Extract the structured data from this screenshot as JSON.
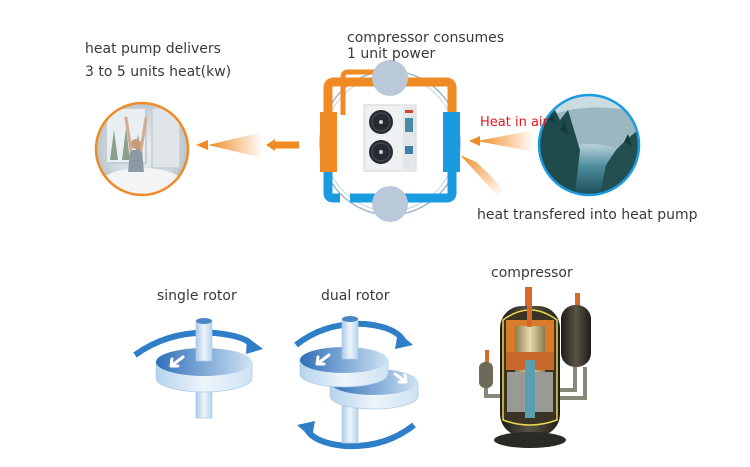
{
  "labels": {
    "delivers_line1": "heat pump delivers",
    "delivers_line2": "3 to 5 units heat(kw)",
    "consumes_line1": "compressor consumes",
    "consumes_line2": "1 unit power",
    "heat_in_air": "Heat in air",
    "transfer": "heat transfered into heat pump",
    "single_rotor": "single rotor",
    "dual_rotor": "dual rotor",
    "compressor": "compressor"
  },
  "colors": {
    "orange": "#f08a24",
    "blue": "#1a9be0",
    "rotor_blue": "#2f7fc8",
    "red_text": "#e8141b",
    "text": "#3a3a3a"
  },
  "icons": {
    "indoor_scene": "woman-stretching-bedroom-photo",
    "outdoor_scene": "mountain-lake-forest-photo",
    "unit": "heat-pump-outdoor-unit",
    "compressor": "rotary-compressor-cutaway"
  }
}
